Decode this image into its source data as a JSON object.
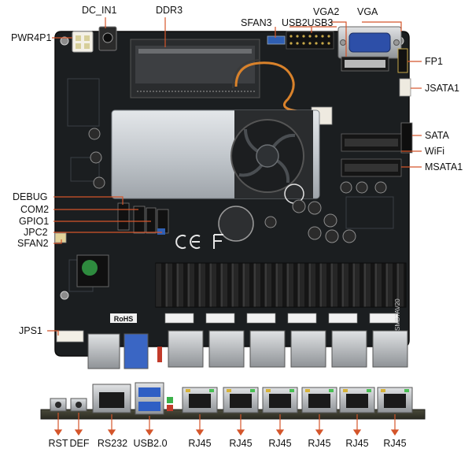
{
  "top_labels": {
    "dc_in1": "DC_IN1",
    "ddr3": "DDR3",
    "sfan3": "SFAN3",
    "usb2usb3": "USB2USB3",
    "vga2": "VGA2",
    "vga": "VGA"
  },
  "left_labels": {
    "pwr4p1": "PWR4P1",
    "debug": "DEBUG",
    "com2": "COM2",
    "gpio1": "GPIO1",
    "jpc2": "JPC2",
    "sfan2": "SFAN2",
    "jps1": "JPS1"
  },
  "right_labels": {
    "fp1": "FP1",
    "jsata1": "JSATA1",
    "sata": "SATA",
    "wifi": "WiFi",
    "msata1": "MSATA1"
  },
  "bottom_labels": {
    "rst": "RST",
    "def": "DEF",
    "rs232": "RS232",
    "usb20": "USB2.0",
    "rj45_1": "RJ45",
    "rj45_2": "RJ45",
    "rj45_3": "RJ45",
    "rj45_4": "RJ45",
    "rj45_5": "RJ45",
    "rj45_6": "RJ45"
  },
  "board_marks": {
    "rohs": "RoHS",
    "board_id": "SMB7AV20"
  },
  "colors": {
    "pcb": "#1a1d1f",
    "leader": "#d4552a",
    "heatsink": "#c9cdd2",
    "port_metal": "#b8bcc0"
  }
}
